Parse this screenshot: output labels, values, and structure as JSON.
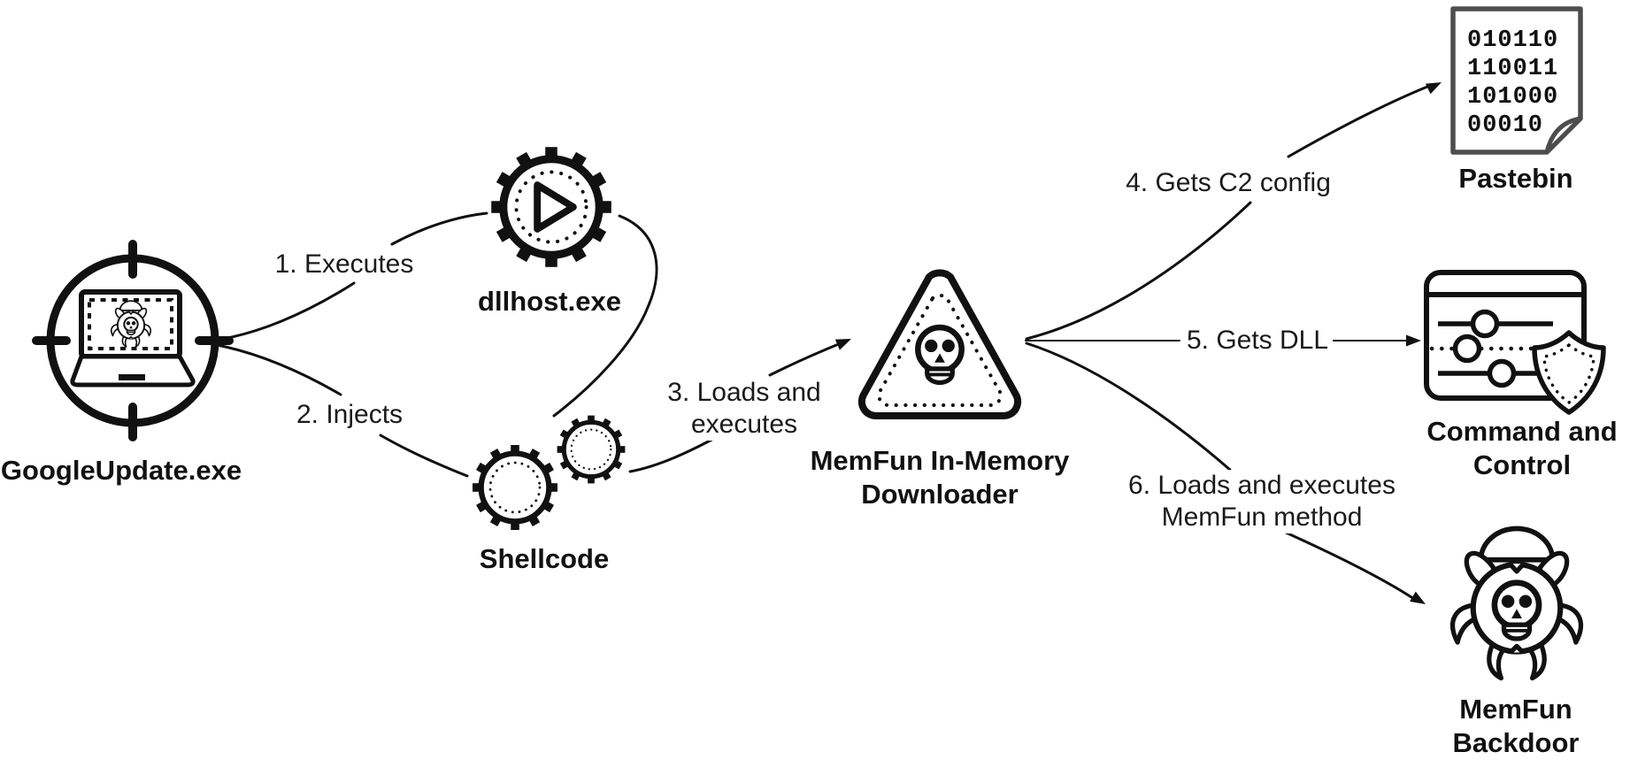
{
  "diagram": {
    "title_implicit": "MemFun malware execution chain",
    "nodes": {
      "googleupdate": {
        "label": "GoogleUpdate.exe"
      },
      "dllhost": {
        "label": "dllhost.exe"
      },
      "shellcode": {
        "label": "Shellcode"
      },
      "memfun_downloader": {
        "label_lines": [
          "MemFun In-Memory",
          "Downloader"
        ]
      },
      "pastebin": {
        "label": "Pastebin",
        "binary_lines": [
          "010110",
          "110011",
          "101000",
          "00010"
        ]
      },
      "command_and_control": {
        "label_lines": [
          "Command and",
          "Control"
        ]
      },
      "memfun_backdoor": {
        "label_lines": [
          "MemFun",
          "Backdoor"
        ]
      }
    },
    "edges": {
      "e1": {
        "label_lines": [
          "1. Executes"
        ]
      },
      "e2": {
        "label_lines": [
          "2. Injects"
        ]
      },
      "e3": {
        "label_lines": [
          "3. Loads and",
          "executes"
        ]
      },
      "e4": {
        "label_lines": [
          "4. Gets C2 config"
        ]
      },
      "e5": {
        "label_lines": [
          "5. Gets DLL"
        ]
      },
      "e6": {
        "label_lines": [
          "6. Loads and executes",
          "MemFun method"
        ]
      }
    },
    "icons": {
      "googleupdate": "crosshair-laptop-bug-icon",
      "dllhost": "gear-play-icon",
      "shellcode": "double-gears-icon",
      "memfun_downloader": "hazard-triangle-skull-icon",
      "pastebin": "binary-document-icon",
      "command_and_control": "control-panel-shield-icon",
      "memfun_backdoor": "spider-skull-icon"
    },
    "colors": {
      "ink": "#111111",
      "document_outline": "#4d4d4d",
      "background": "#ffffff"
    }
  }
}
